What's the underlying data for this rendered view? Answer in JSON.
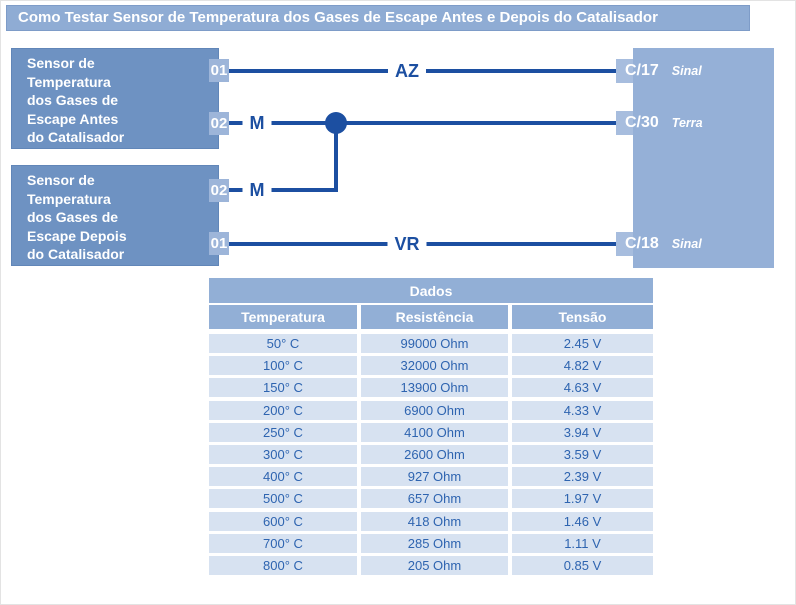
{
  "title": "Como Testar Sensor de Temperatura dos Gases de Escape Antes e Depois do Catalisador",
  "diagram": {
    "sensor_before": {
      "lines": [
        "Sensor de",
        "Temperatura",
        "dos Gases de",
        "Escape Antes",
        "do Catalisador"
      ],
      "pin_top": "01",
      "pin_bottom": "02"
    },
    "sensor_after": {
      "lines": [
        "Sensor de",
        "Temperatura",
        "dos Gases de",
        "Escape Depois",
        "do Catalisador"
      ],
      "pin_top": "02",
      "pin_bottom": "01"
    },
    "wires": {
      "top": "AZ",
      "ground_before": "M",
      "ground_after": "M",
      "bottom": "VR"
    },
    "connector": {
      "pin_top": {
        "id": "C/17",
        "fn": "Sinal"
      },
      "pin_mid": {
        "id": "C/30",
        "fn": "Terra"
      },
      "pin_bottom": {
        "id": "C/18",
        "fn": "Sinal"
      }
    }
  },
  "table": {
    "title": "Dados",
    "columns": [
      "Temperatura",
      "Resistência",
      "Tensão"
    ],
    "rows": [
      [
        "50° C",
        "99000 Ohm",
        "2.45 V"
      ],
      [
        "100° C",
        "32000 Ohm",
        "4.82 V"
      ],
      [
        "150° C",
        "13900 Ohm",
        "4.63 V"
      ],
      [
        "200° C",
        "6900 Ohm",
        "4.33 V"
      ],
      [
        "250° C",
        "4100 Ohm",
        "3.94 V"
      ],
      [
        "300° C",
        "2600 Ohm",
        "3.59 V"
      ],
      [
        "400° C",
        "927 Ohm",
        "2.39 V"
      ],
      [
        "500° C",
        "657 Ohm",
        "1.97 V"
      ],
      [
        "600° C",
        "418 Ohm",
        "1.46 V"
      ],
      [
        "700° C",
        "285 Ohm",
        "1.11 V"
      ],
      [
        "800° C",
        "205 Ohm",
        "0.85 V"
      ]
    ]
  },
  "colors": {
    "title_bar": "#8FACD4",
    "sensor_block": "#6E92C2",
    "pin_tab": "#9DB5D9",
    "connector_block": "#95B0D7",
    "wire": "#1C4FA1",
    "table_header": "#92AFD6",
    "table_row_bg": "#D7E2F1",
    "table_text": "#2E64B0"
  }
}
